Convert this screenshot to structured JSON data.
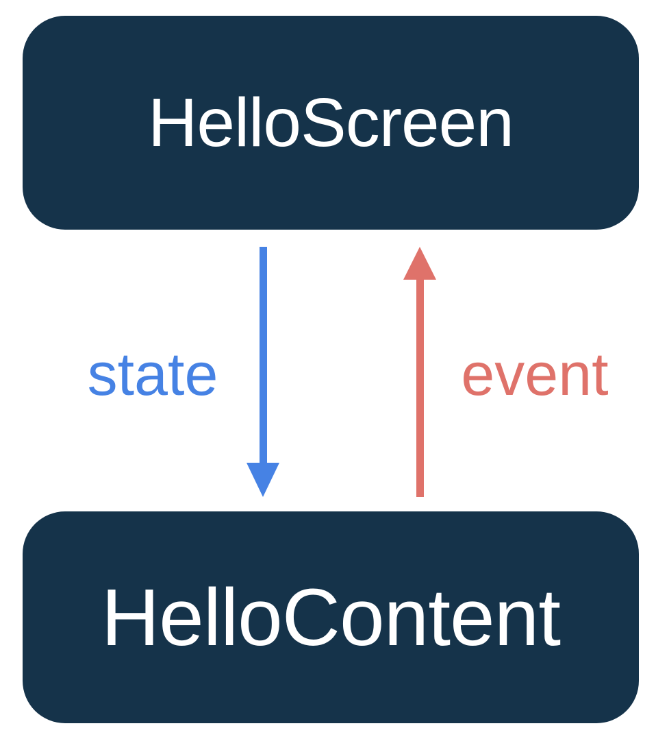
{
  "diagram": {
    "title": "unidirectional-data-flow-diagram",
    "top_box": {
      "label": "HelloScreen"
    },
    "bottom_box": {
      "label": "HelloContent"
    },
    "arrows": [
      {
        "id": "state",
        "direction": "down",
        "label": "state",
        "color": "#4682E4"
      },
      {
        "id": "event",
        "direction": "up",
        "label": "event",
        "color": "#DF726A"
      }
    ],
    "colors": {
      "box_bg": "#15334A",
      "box_text": "#FFFFFF",
      "state_blue": "#4682E4",
      "event_red": "#DF726A",
      "background": "#FFFFFF"
    }
  }
}
